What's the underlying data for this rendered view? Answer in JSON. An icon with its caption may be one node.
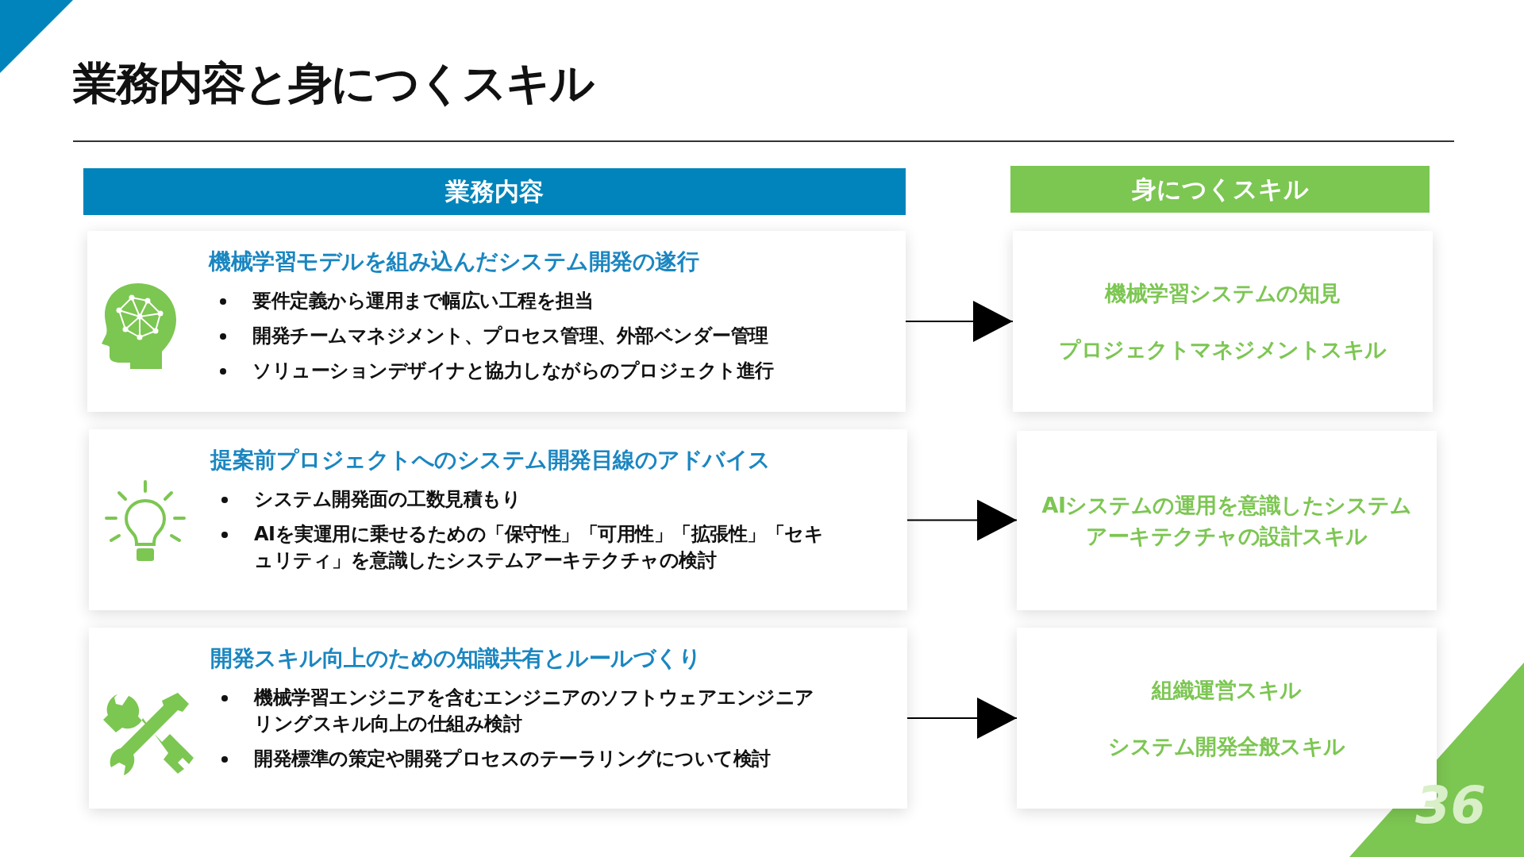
{
  "diagram": {
    "title": "業務内容と身につくスキル",
    "nodes": [
      {
        "text": [
          "業務内容"
        ]
      },
      {
        "text": [
          "身につくスキル"
        ]
      },
      {
        "text": [
          "機械学習モデルを組み込んだシステム開発の遂行",
          "要件定義から運用まで幅広い工程を担当",
          "開発チームマネジメント、プロセス管理、外部ベンダー管理",
          "ソリューションデザイナと協力しながらのプロジェクト進行"
        ]
      },
      {
        "text": [
          "機械学習システムの知見",
          "プロジェクトマネジメントスキル"
        ]
      },
      {
        "text": [
          "提案前プロジェクトへのシステム開発目線のアドバイス",
          "システム開発面の工数見積もり",
          "AIを実運用に乗せるための「保守性」「可用性」「拡張性」「セキュリティ」を意識したシステムアーキテクチャの検討"
        ]
      },
      {
        "text": [
          "AIシステムの運用を意識したシステムアーキテクチャの設計スキル"
        ]
      },
      {
        "text": [
          "開発スキル向上のための知識共有とルールづくり",
          "機械学習エンジニアを含むエンジニアのソフトウェアエンジニアリングスキル向上の仕組み検討",
          "開発標準の策定や開発プロセスのテーラリングについて検討"
        ]
      },
      {
        "text": [
          "組織運営スキル",
          "システム開発全般スキル"
        ]
      }
    ],
    "edges": [
      {
        "from": 2,
        "to": 3,
        "arrow": "to"
      },
      {
        "from": 4,
        "to": 5,
        "arrow": "to"
      },
      {
        "from": 6,
        "to": 7,
        "arrow": "to"
      }
    ],
    "labels": [
      "36"
    ]
  }
}
